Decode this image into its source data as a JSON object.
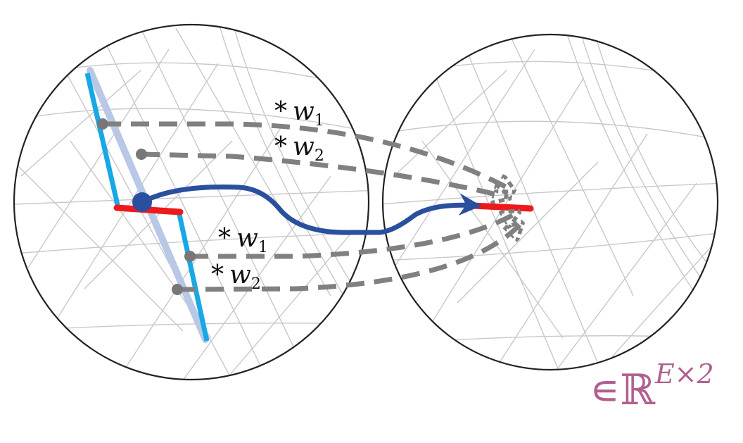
{
  "weights_left": [
    {
      "star": "*",
      "var": "w",
      "sub": "1"
    },
    {
      "star": "*",
      "var": "w",
      "sub": "2"
    }
  ],
  "weights_right": [
    {
      "star": "*",
      "var": "w",
      "sub": "1"
    },
    {
      "star": "*",
      "var": "w",
      "sub": "2"
    }
  ],
  "domain_label": {
    "prefix": "∊ℝ",
    "exponent": "E×2"
  },
  "colors": {
    "mesh": "#c8c8c8",
    "circle": "#222222",
    "blue_edge": "#19a8e6",
    "light_edge": "#b8c8e6",
    "red_edge": "#ee1a1a",
    "dashed": "#808080",
    "path": "#2a4f9e",
    "label_accent": "#b06090"
  }
}
